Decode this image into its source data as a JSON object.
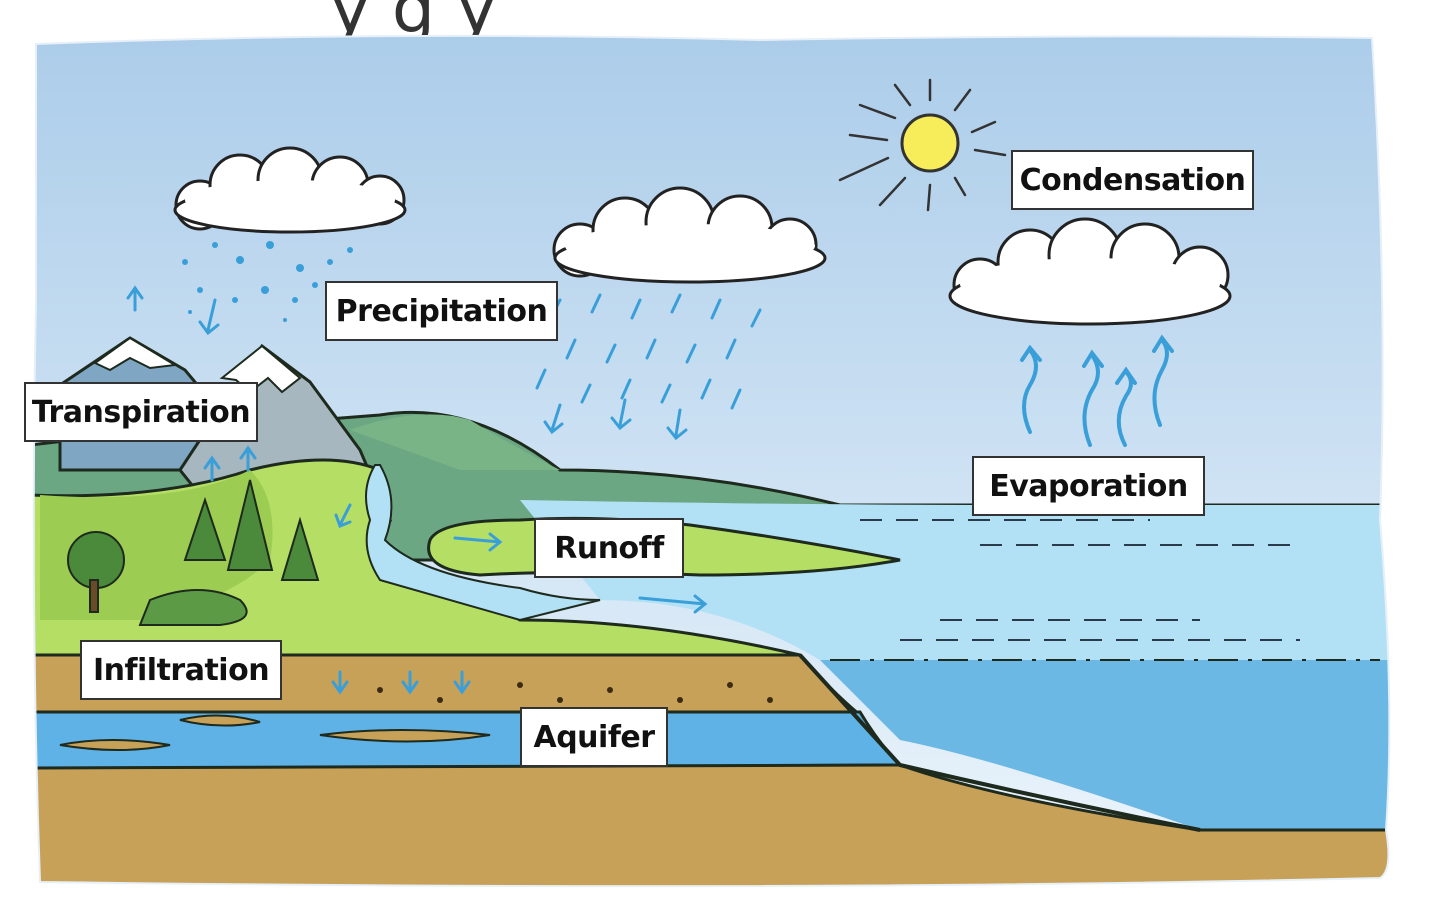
{
  "diagram": {
    "title_fragment": "y      g   y",
    "labels": {
      "precipitation": "Precipitation",
      "condensation": "Condensation",
      "transpiration": "Transpiration",
      "evaporation": "Evaporation",
      "runoff": "Runoff",
      "infiltration": "Infiltration",
      "aquifer": "Aquifer"
    }
  },
  "colors": {
    "sky_top": "#a9cbe9",
    "sky_bottom": "#eaf4fb",
    "sea": "#a8dcf3",
    "deep_sea": "#6cb8e4",
    "grass": "#b7df63",
    "soil": "#c8a158",
    "aquifer_water": "#5fb2e6",
    "arrow_blue": "#3a9fd8",
    "sun": "#f7ec5a"
  }
}
